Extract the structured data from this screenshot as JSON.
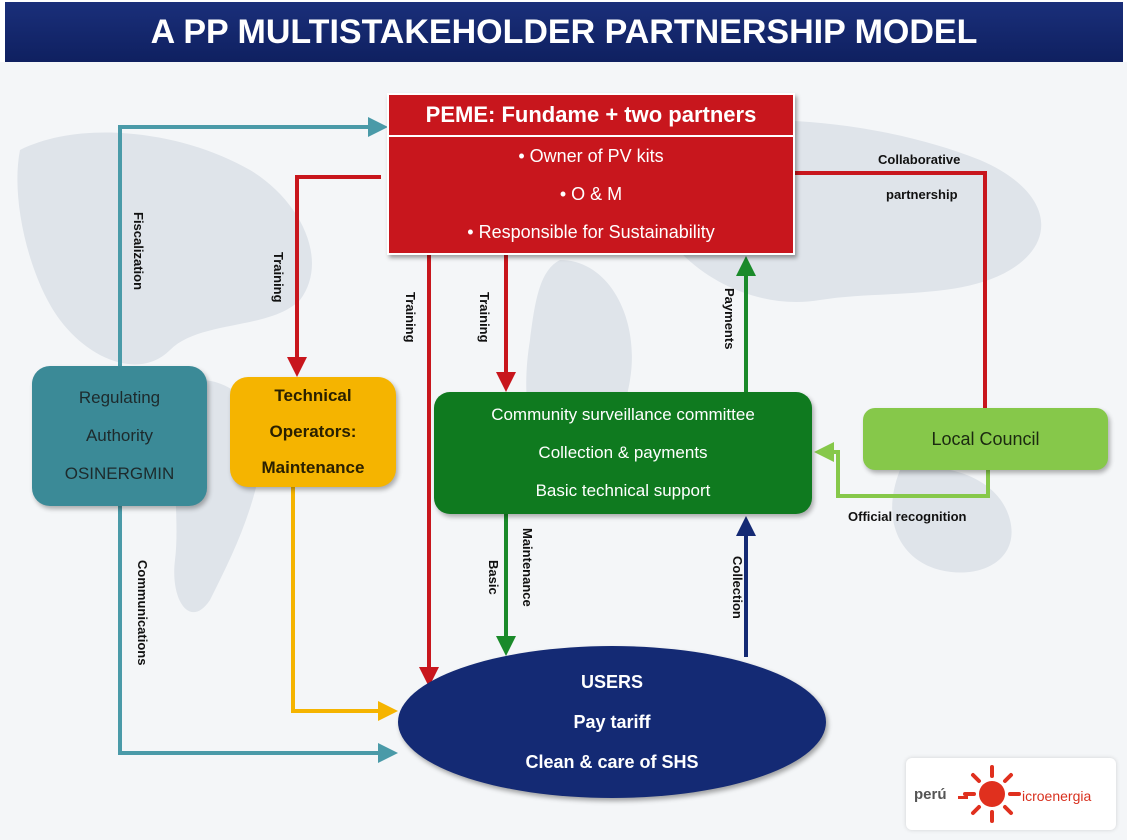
{
  "title": "A PP MULTISTAKEHOLDER PARTNERSHIP MODEL",
  "peme": {
    "header": "PEME: Fundame + two partners",
    "items": [
      "• Owner of PV kits",
      "• O & M",
      "• Responsible for Sustainability"
    ]
  },
  "regulating_authority": {
    "lines": [
      "Regulating",
      "Authority",
      "OSINERGMIN"
    ]
  },
  "technical_operators": {
    "lines": [
      "Technical",
      "Operators:",
      "Maintenance"
    ]
  },
  "community_committee": {
    "lines": [
      "Community surveillance committee",
      "Collection & payments",
      "Basic technical support"
    ]
  },
  "local_council": {
    "label": "Local Council"
  },
  "users": {
    "lines": [
      "USERS",
      "Pay tariff",
      "Clean & care of SHS"
    ]
  },
  "arrow_labels": {
    "fiscalization": "Fiscalization",
    "communications": "Communications",
    "training_technical": "Training",
    "training_users": "Training",
    "training_committee": "Training",
    "payments": "Payments",
    "basic": "Basic",
    "maintenance": "Maintenance",
    "collection": "Collection",
    "collaborative": "Collaborative",
    "partnership": "partnership",
    "official_recognition": "Official recognition"
  },
  "logo": {
    "left_text": "perú",
    "right_text": "icroenergia"
  },
  "colors": {
    "title_bar": "#142a74",
    "peme": "#c8161d",
    "regulating": "#3b8a97",
    "technical": "#f5b400",
    "community": "#0f7a1f",
    "council": "#86c84a",
    "users": "#142a74",
    "arrow_teal": "#4a9aa8",
    "arrow_red": "#c8161d",
    "arrow_yellow": "#f5b400",
    "arrow_green": "#1a8a2a",
    "arrow_lightgreen": "#86c84a",
    "arrow_navy": "#142a74"
  }
}
